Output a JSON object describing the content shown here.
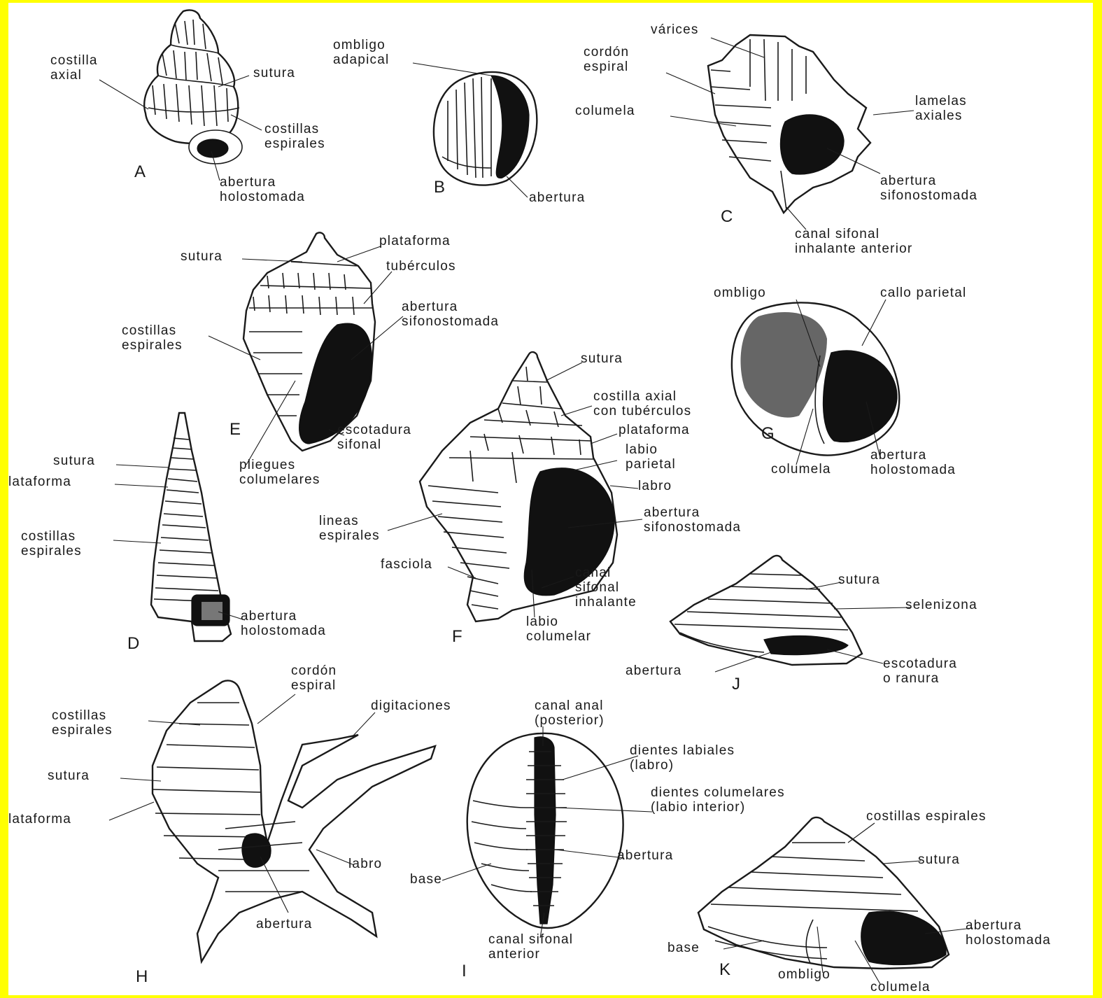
{
  "colors": {
    "frame": "#ffff00",
    "background": "#ffffff",
    "ink": "#1a1a1a"
  },
  "figures": {
    "A": "A",
    "B": "B",
    "C": "C",
    "D": "D",
    "E": "E",
    "F": "F",
    "G": "G",
    "H": "H",
    "I": "I",
    "J": "J",
    "K": "K"
  },
  "labels": {
    "A": {
      "costilla_axial": "costilla\naxial",
      "sutura": "sutura",
      "costillas_espirales": "costillas\nespirales",
      "abertura": "abertura\nholostomada"
    },
    "B": {
      "ombligo": "ombligo\nadapical",
      "abertura": "abertura"
    },
    "C": {
      "varices": "várices",
      "cordon": "cordón\nespiral",
      "columela": "columela",
      "lamelas": "lamelas\naxiales",
      "abertura": "abertura\nsifonostomada",
      "canal": "canal sifonal\ninhalante anterior"
    },
    "D": {
      "sutura": "sutura",
      "plataforma": "plataforma",
      "costillas": "costillas\nespirales",
      "abertura": "abertura\nholostomada"
    },
    "E": {
      "sutura": "sutura",
      "plataforma": "plataforma",
      "tuberculos": "tubérculos",
      "abertura": "abertura\nsifonostomada",
      "costillas": "costillas\nespirales",
      "escotadura": "escotadura\nsifonal",
      "pliegues": "pliegues\ncolumelares"
    },
    "F": {
      "sutura": "sutura",
      "costilla": "costilla axial\ncon tubérculos",
      "plataforma": "plataforma",
      "labio_parietal": "labio\nparietal",
      "labro": "labro",
      "abertura": "abertura\nsifonostomada",
      "lineas": "lineas\nespirales",
      "fasciola": "fasciola",
      "canal": "canal\nsifonal\ninhalante",
      "labio_columelar": "labio\ncolumelar"
    },
    "G": {
      "ombligo": "ombligo",
      "callo": "callo parietal",
      "columela": "columela",
      "abertura": "abertura\nholostomada"
    },
    "H": {
      "cordon": "cordón\nespiral",
      "digitaciones": "digitaciones",
      "costillas": "costillas\nespirales",
      "sutura": "sutura",
      "plataforma": "lataforma",
      "labro": "labro",
      "abertura": "abertura"
    },
    "I": {
      "canal_anal": "canal anal\n(posterior)",
      "dientes_labiales": "dientes labiales\n(labro)",
      "dientes_columelares": "dientes columelares\n(labio interior)",
      "abertura": "abertura",
      "base": "base",
      "canal_sifonal": "canal sifonal\nanterior"
    },
    "J": {
      "sutura": "sutura",
      "selenizona": "selenizona",
      "abertura": "abertura",
      "escotadura": "escotadura\no ranura"
    },
    "K": {
      "costillas": "costillas espirales",
      "sutura": "sutura",
      "abertura": "abertura\nholostomada",
      "base": "base",
      "ombligo": "ombligo",
      "columela": "columela"
    },
    "D_plataforma_prefix": "lataforma"
  }
}
